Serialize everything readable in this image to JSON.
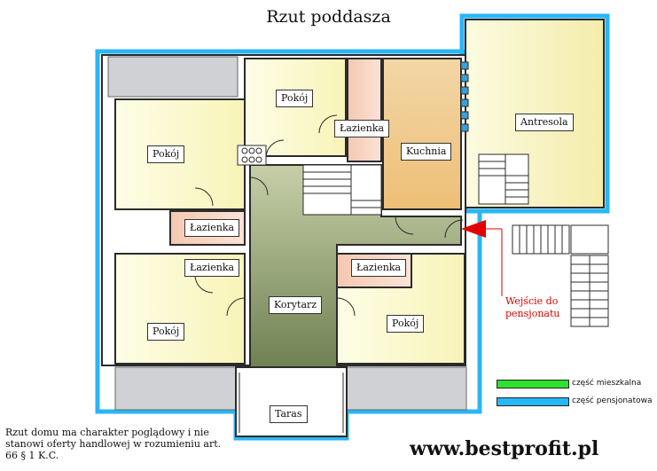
{
  "title": "Rzut poddasza",
  "rooms": {
    "pokoj_top": "Pokój",
    "lazienka_top": "Łazienka",
    "kuchnia": "Kuchnia",
    "antresola": "Antresola",
    "pokoj_left_top": "Pokój",
    "lazienka_left_1": "Łazienka",
    "lazienka_left_2": "Łazienka",
    "korytarz": "Korytarz",
    "lazienka_right": "Łazienka",
    "pokoj_left_bottom": "Pokój",
    "pokoj_right_bottom": "Pokój",
    "taras": "Taras"
  },
  "entrance": {
    "line1": "Wejście do",
    "line2": "pensjonatu"
  },
  "legend": [
    {
      "label": "część mieszkalna",
      "color": "#2fe02f"
    },
    {
      "label": "część pensjonatowa",
      "color": "#29b6f6"
    }
  ],
  "note": "Rzut domu ma charakter poglądowy i nie stanowi oferty handlowej w rozumieniu art. 66 § 1 K.C.",
  "brand": "www.bestprofit.pl",
  "colors": {
    "outline_blue": "#29b6f6",
    "room_yellow": "#fbfbd0",
    "bath_pink": "#f6d6c4",
    "kitchen": "#f1c98e",
    "corridor": "#8fa06e",
    "wall": "#2b2b2b",
    "arrow_red": "#e00000"
  }
}
